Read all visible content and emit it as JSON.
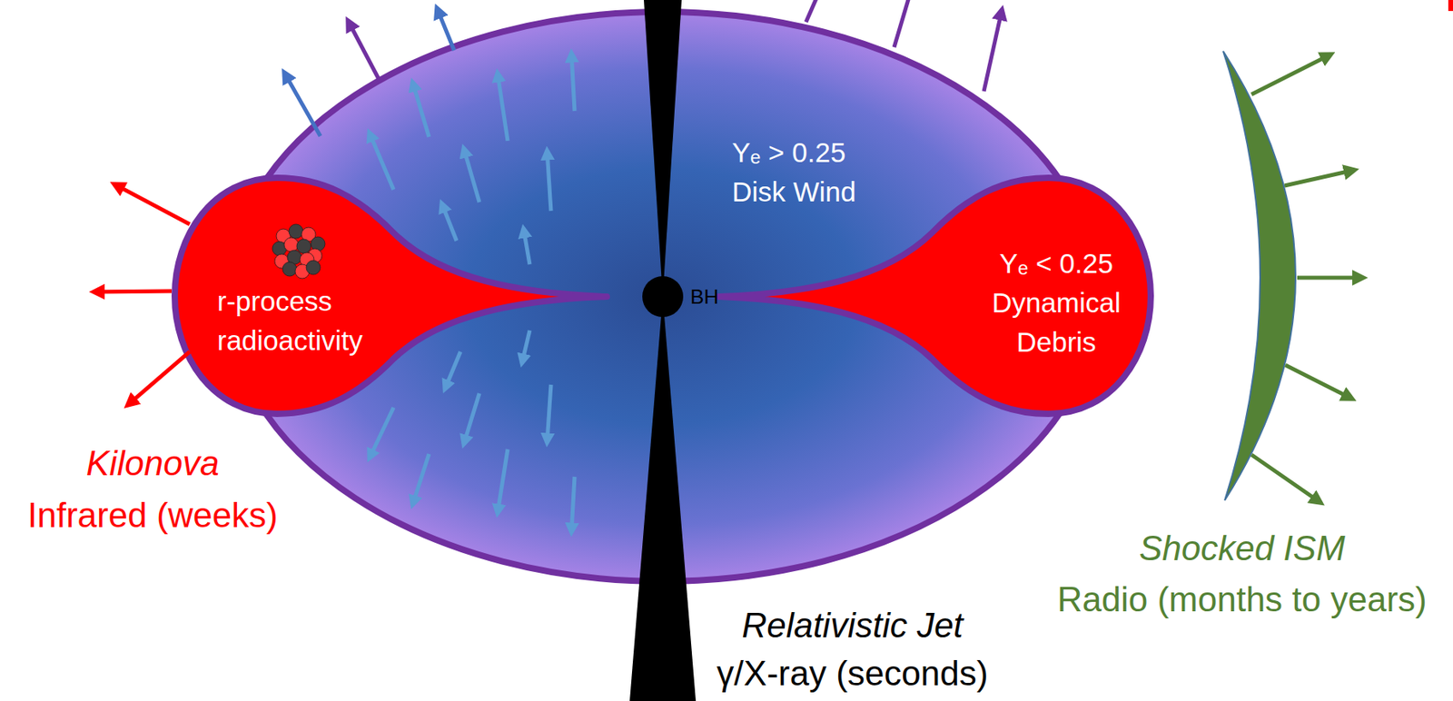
{
  "diagram": {
    "nodes": [
      {
        "text": [
          "Yₑ > 0.25",
          "Disk Wind"
        ]
      },
      {
        "text": [
          "r-process radioactivity"
        ],
        "in": 0
      },
      {
        "text": [
          "Yₑ < 0.25",
          "Dynamical Debris"
        ],
        "in": 0
      },
      {
        "text": [
          "BH"
        ],
        "in": 0
      }
    ],
    "labels": [
      "Kilonova",
      "Infrared (weeks)",
      "Relativistic Jet",
      "γ/X-ray (seconds)",
      "Shocked ISM",
      "Radio (months to years)"
    ]
  }
}
